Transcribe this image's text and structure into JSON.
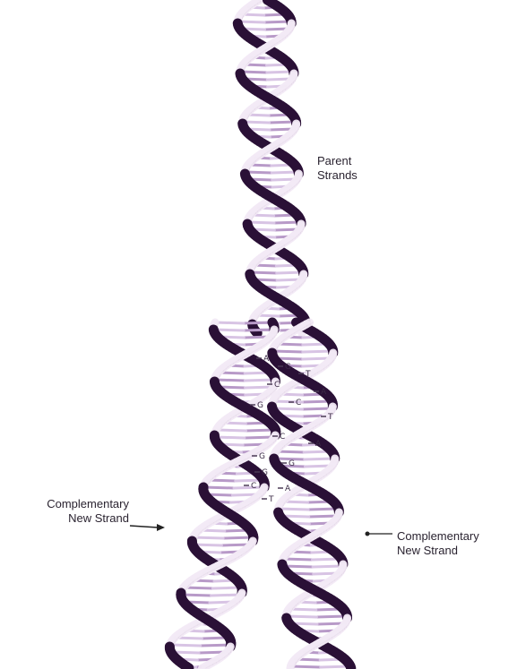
{
  "labels": {
    "parent_line1": "Parent",
    "parent_line2": "Strands",
    "left_new_line1": "Complementary",
    "left_new_line2": "New Strand",
    "right_new_line1": "Complementary",
    "right_new_line2": "New Strand"
  },
  "base_letters": [
    "A",
    "G",
    "C",
    "T",
    "G",
    "C",
    "A",
    "T",
    "C",
    "G",
    "G",
    "A",
    "C",
    "T",
    "A",
    "G"
  ],
  "colors": {
    "dark_strand": "#2a1036",
    "light_strand": "#f3eaf6",
    "base_pair": "#b89ac8",
    "base_pair_light": "#d8c4e4",
    "pointer": "#222222"
  }
}
